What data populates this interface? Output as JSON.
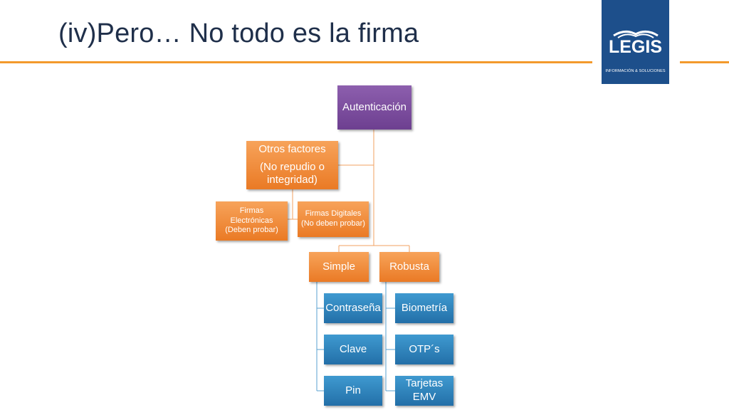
{
  "slide": {
    "title": "(iv)Pero… No todo es la firma"
  },
  "logo": {
    "name": "LEGIS",
    "tagline": "INFORMACIÓN & SOLUCIONES",
    "background": "#1d4f8b"
  },
  "colors": {
    "accent_rule": "#f39a2c",
    "root": "#7a4b9c",
    "orange": "#f0883a",
    "blue": "#2f84bf"
  },
  "diagram": {
    "root": "Autenticación",
    "otros": {
      "line1": "Otros factores",
      "line2": "(No repudio o integridad)"
    },
    "firmas_electronicas": "Firmas Electrónicas (Deben probar)",
    "firmas_digitales": "Firmas Digitales (No deben probar)",
    "simple": {
      "label": "Simple",
      "children": [
        "Contraseña",
        "Clave",
        "Pin"
      ]
    },
    "robusta": {
      "label": "Robusta",
      "children": [
        "Biometría",
        "OTP´s",
        "Tarjetas EMV"
      ]
    }
  }
}
